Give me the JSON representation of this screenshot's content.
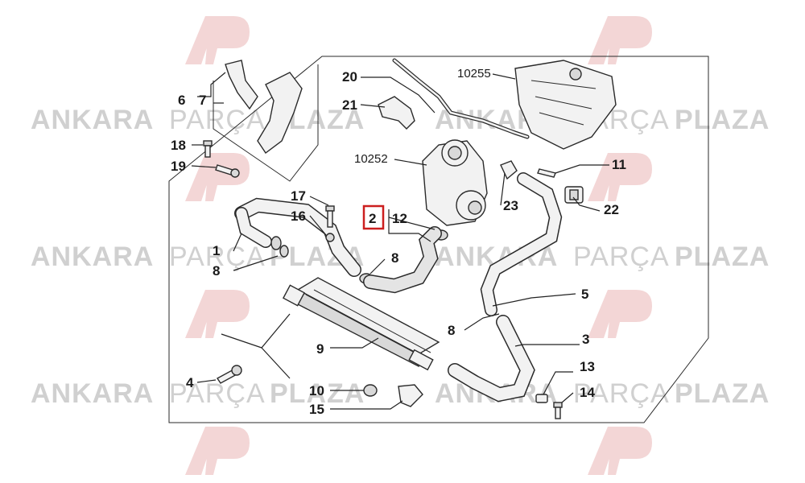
{
  "watermark": {
    "brand_left": "ANKARA",
    "brand_mid": "PARÇA",
    "brand_right": "PLAZA",
    "color_text": "#d0d0d0",
    "color_logo": "#f3d6d6"
  },
  "diagram": {
    "highlight_color": "#cc1f1f",
    "highlighted_label": "2",
    "labels": {
      "l1": "1",
      "l2": "2",
      "l3": "3",
      "l4": "4",
      "l5": "5",
      "l6": "6",
      "l7": "7",
      "l8a": "8",
      "l8b": "8",
      "l8c": "8",
      "l9": "9",
      "l10": "10",
      "l11": "11",
      "l12": "12",
      "l13": "13",
      "l14": "14",
      "l15": "15",
      "l16": "16",
      "l17": "17",
      "l18": "18",
      "l19": "19",
      "l20": "20",
      "l21": "21",
      "l22": "22",
      "l23": "23",
      "l10252": "10252",
      "l10255": "10255"
    }
  }
}
